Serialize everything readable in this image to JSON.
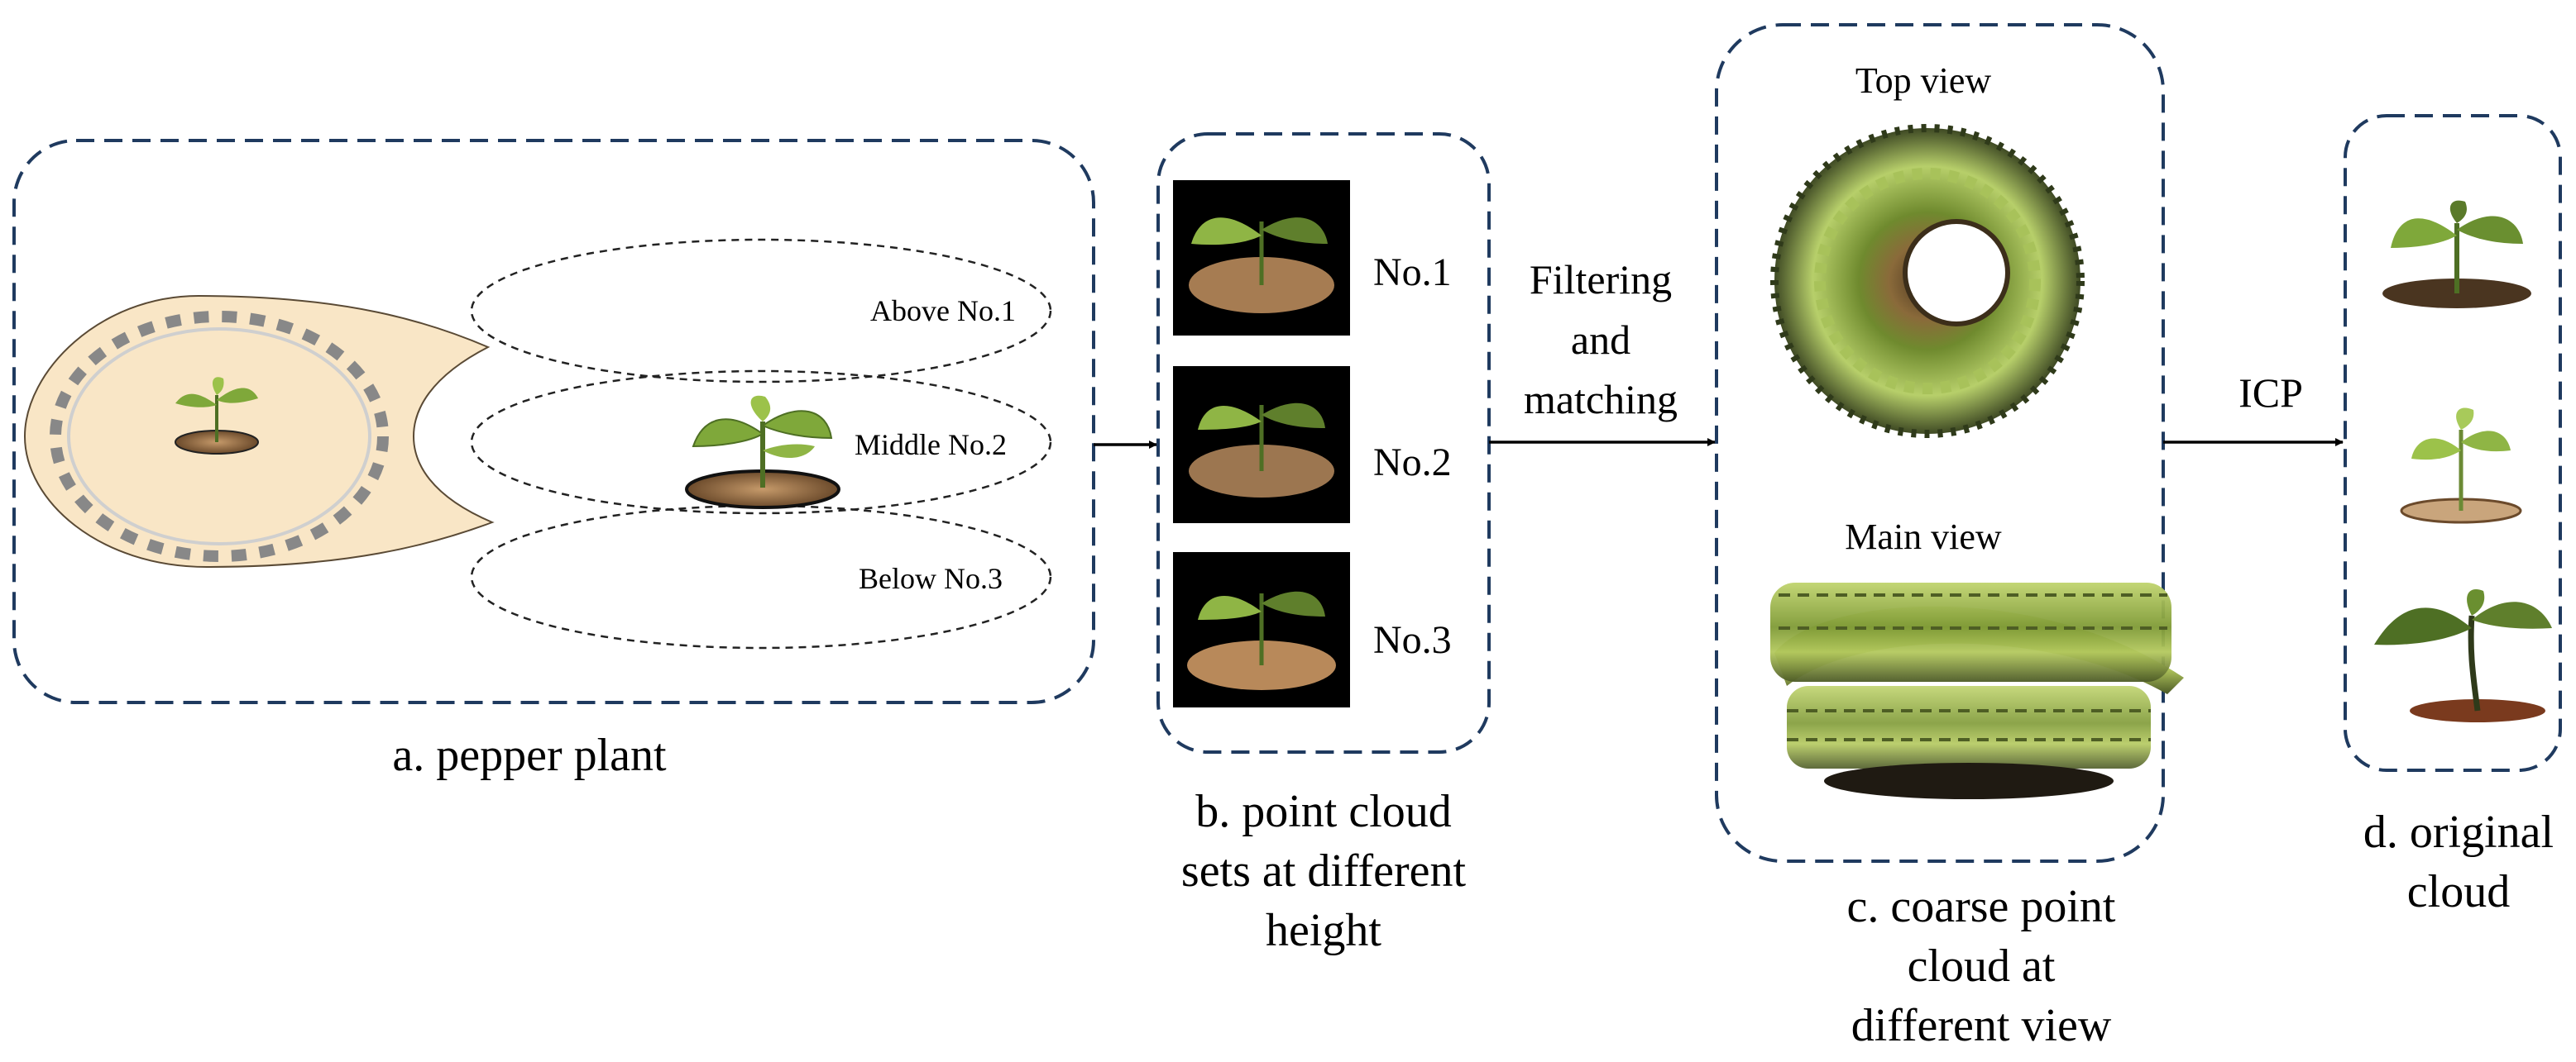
{
  "panel_a": {
    "caption": "a. pepper plant",
    "levels": [
      "Above No.1",
      "Middle No.2",
      "Below No.3"
    ]
  },
  "panel_b": {
    "caption_lines": [
      "b. point cloud",
      "sets at different",
      "height"
    ],
    "items": [
      "No.1",
      "No.2",
      "No.3"
    ]
  },
  "step_1": {
    "lines": [
      "Filtering",
      "and",
      "matching"
    ]
  },
  "panel_c": {
    "top_label": "Top view",
    "main_label": "Main view",
    "caption_lines": [
      "c. coarse point",
      "cloud at",
      "different view"
    ]
  },
  "step_2": {
    "label": "ICP"
  },
  "panel_d": {
    "caption_lines": [
      "d. original",
      "cloud"
    ]
  },
  "colors": {
    "frame": "#1f3a5f",
    "beige": "#f9e6c6",
    "leaf": "#7fa83a",
    "leaf_dark": "#4e6f24",
    "soil": "#a67c52",
    "black": "#000000"
  }
}
